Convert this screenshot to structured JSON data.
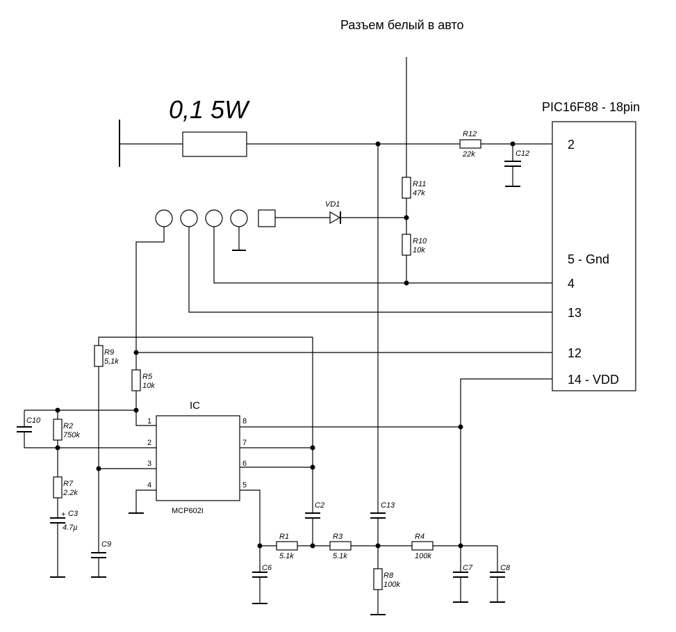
{
  "title": "Разъем белый в авто",
  "power_resistor": "0,1 5W",
  "mcu": {
    "name": "PIC16F88  - 18pin",
    "pins": [
      "2",
      "5 - Gnd",
      "4",
      "13",
      "12",
      "14 - VDD"
    ]
  },
  "ic": {
    "label": "IC",
    "part": "MCP602I",
    "pins": [
      "1",
      "2",
      "3",
      "4",
      "5",
      "6",
      "7",
      "8"
    ]
  },
  "components": {
    "R1": [
      "R1",
      "5.1k"
    ],
    "R2": [
      "R2",
      "750k"
    ],
    "R3": [
      "R3",
      "5.1k"
    ],
    "R4": [
      "R4",
      "100k"
    ],
    "R5": [
      "R5",
      "10k"
    ],
    "R7": [
      "R7",
      "2.2k"
    ],
    "R8": [
      "R8",
      "100k"
    ],
    "R9": [
      "R9",
      "5,1k"
    ],
    "R10": [
      "R10",
      "10k"
    ],
    "R11": [
      "R11",
      "47k"
    ],
    "R12": [
      "R12",
      "22k"
    ],
    "C2": "C2",
    "C3": [
      "C3",
      "4.7µ"
    ],
    "C6": "C6",
    "C7": "C7",
    "C8": "C8",
    "C9": "C9",
    "C10": "C10",
    "C12": "C12",
    "C13": "C13",
    "VD1": "VD1",
    "plus": "+"
  }
}
